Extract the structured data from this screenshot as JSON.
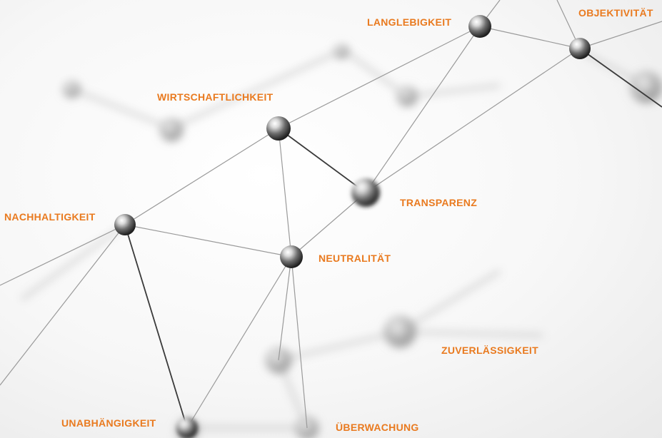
{
  "accent_color": "#e97a1f",
  "labels": {
    "langlebigkeit": "LANGLEBIGKEIT",
    "objektivitaet": "OBJEKTIVITÄT",
    "wirtschaftlichkeit": "WIRTSCHAFTLICHKEIT",
    "transparenz": "TRANSPARENZ",
    "nachhaltigkeit": "NACHHALTIGKEIT",
    "neutralitaet": "NEUTRALITÄT",
    "zuverlaessigkeit": "ZUVERLÄSSIGKEIT",
    "unabhaengigkeit": "UNABHÄNGIGKEIT",
    "ueberwachung": "ÜBERWACHUNG"
  }
}
